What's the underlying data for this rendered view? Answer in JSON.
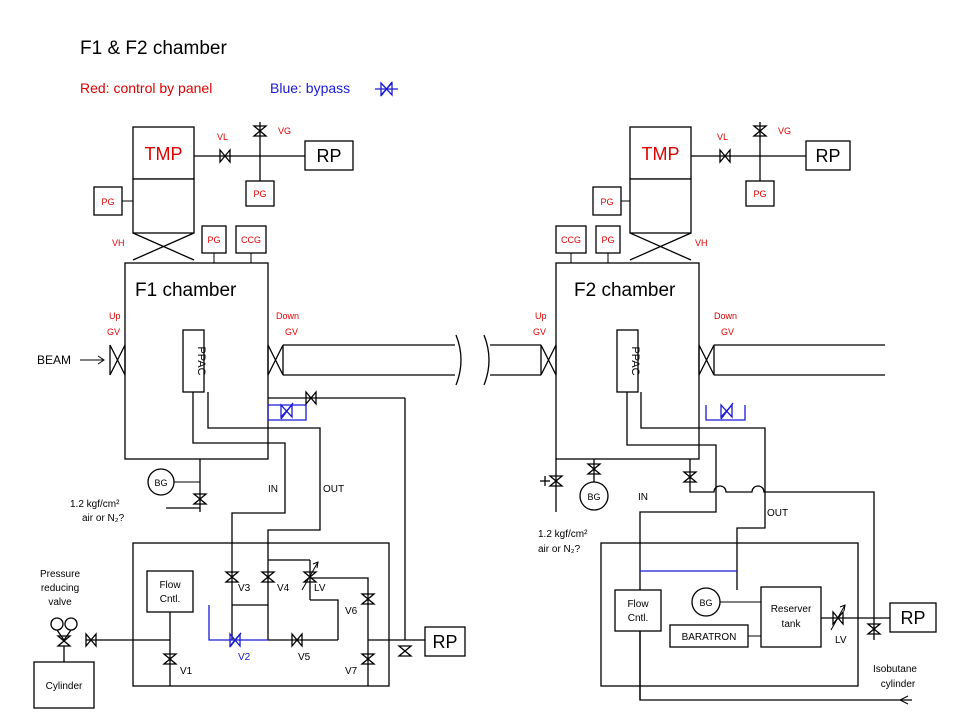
{
  "title": "F1  & F2 chamber",
  "legend": {
    "red_text": "Red: control by panel",
    "blue_text": "Blue: bypass",
    "colors": {
      "red": "#e00000",
      "blue": "#1a1ad6",
      "black": "#000000"
    }
  },
  "f1": {
    "tmp": "TMP",
    "rp_top": "RP",
    "vl": "VL",
    "vg": "VG",
    "pg_left": "PG",
    "pg_top": "PG",
    "pg_box": "PG",
    "ccg": "CCG",
    "vh": "VH",
    "chamber": "F1 chamber",
    "up": "Up",
    "up_gv": "GV",
    "down": "Down",
    "down_gv": "GV",
    "ppac": "PPAC",
    "beam": "BEAM",
    "bg": "BG",
    "supply_line1": "1.2 kgf/cm²",
    "supply_line2": "air or N₂?",
    "in": "IN",
    "out": "OUT",
    "pressure_line1": "Pressure",
    "pressure_line2": "reducing",
    "pressure_line3": "valve",
    "cylinder": "Cylinder",
    "flow_line1": "Flow",
    "flow_line2": "Cntl.",
    "v1": "V1",
    "v2": "V2",
    "v3": "V3",
    "v4": "V4",
    "v5": "V5",
    "v6": "V6",
    "v7": "V7",
    "lv": "LV",
    "rp_bottom": "RP"
  },
  "f2": {
    "tmp": "TMP",
    "rp_top": "RP",
    "vl": "VL",
    "vg": "VG",
    "pg_left": "PG",
    "pg_box": "PG",
    "ccg": "CCG",
    "pg_top": "PG",
    "vh": "VH",
    "chamber": "F2 chamber",
    "up": "Up",
    "up_gv": "GV",
    "down": "Down",
    "down_gv": "GV",
    "ppac": "PPAC",
    "bg_chamber": "BG",
    "supply_line1": "1.2 kgf/cm²",
    "supply_line2": "air or N₂?",
    "in": "IN",
    "out": "OUT",
    "flow_line1": "Flow",
    "flow_line2": "Cntl.",
    "bg_panel": "BG",
    "baratron": "BARATRON",
    "reserver_line1": "Reserver",
    "reserver_line2": "tank",
    "lv": "LV",
    "rp_bottom": "RP",
    "isobutane_line1": "Isobutane",
    "isobutane_line2": "cylinder"
  }
}
